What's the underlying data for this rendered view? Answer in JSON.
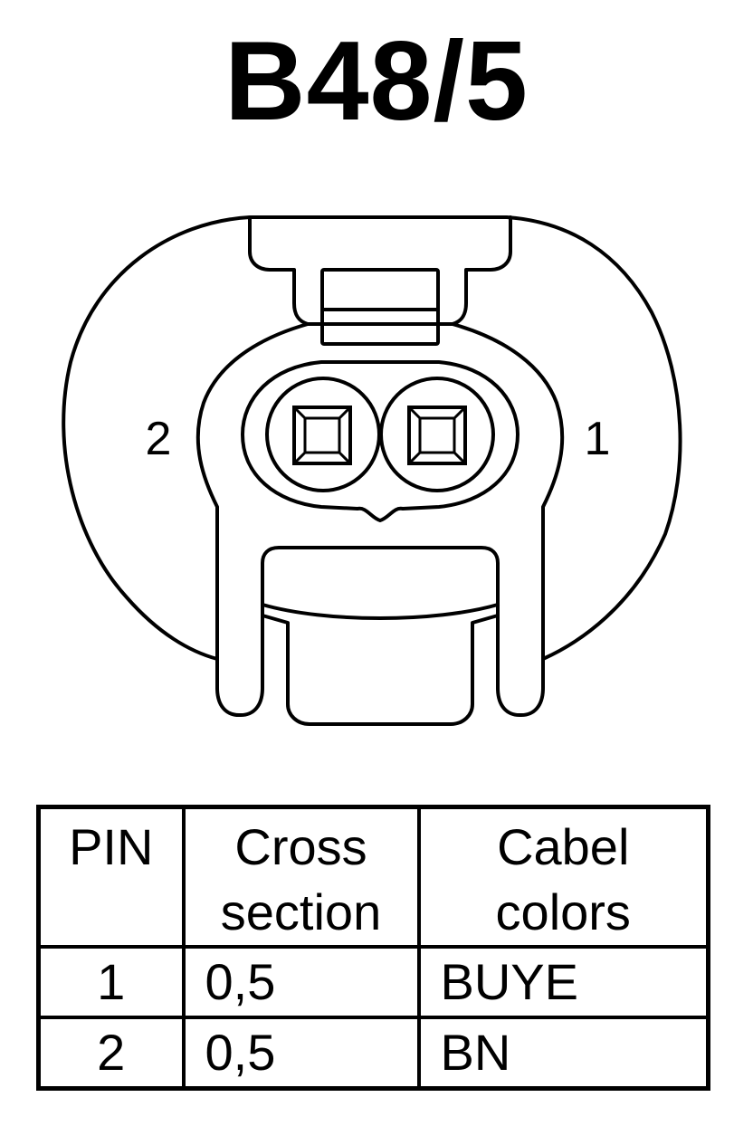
{
  "title": "B48/5",
  "connector": {
    "pin_labels": {
      "left": "2",
      "right": "1"
    }
  },
  "table": {
    "headers": {
      "pin": "PIN",
      "cross_section_line1": "Cross",
      "cross_section_line2": "section",
      "cabel_colors_line1": "Cabel",
      "cabel_colors_line2": "colors"
    },
    "rows": [
      {
        "pin": "1",
        "cross_section": "0,5",
        "color": "BUYE"
      },
      {
        "pin": "2",
        "cross_section": "0,5",
        "color": "BN"
      }
    ]
  },
  "colors": {
    "stroke": "#000000",
    "background": "#ffffff"
  }
}
